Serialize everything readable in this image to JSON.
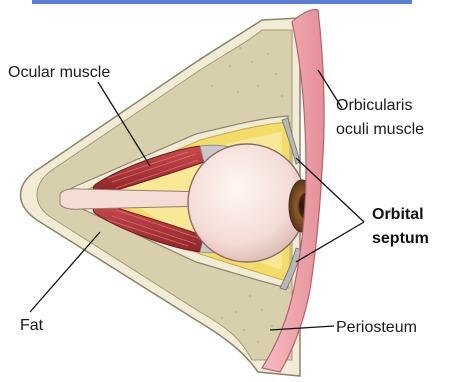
{
  "diagram": {
    "labels": {
      "ocular_muscle": "Ocular muscle",
      "orbicularis_line1": "Orbicularis",
      "orbicularis_line2": "oculi muscle",
      "orbital_septum_line1": "Orbital",
      "orbital_septum_line2": "septum",
      "fat": "Fat",
      "periosteum": "Periosteum"
    },
    "colors": {
      "top_bar": "#5b7fd6",
      "bone_outer": "#cfc8a6",
      "bone_inner": "#ddd6b3",
      "periosteum_cream": "#f2ecd7",
      "fat_yellow": "#f4dc6a",
      "fat_light": "#fbeea6",
      "muscle_red": "#b0343a",
      "orbicularis_pink": "#f2aab0",
      "eye_white": "#f7e6e1",
      "iris": "#8a5a2a",
      "optic_nerve": "#f4ddd5"
    }
  }
}
